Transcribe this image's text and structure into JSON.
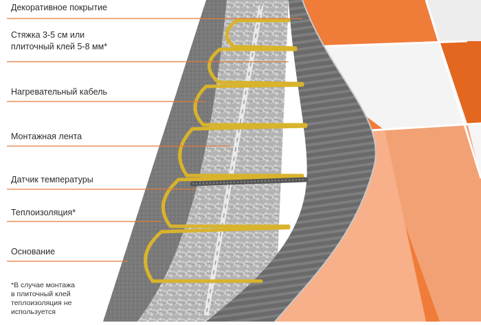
{
  "diagram": {
    "layers": [
      {
        "id": "covering",
        "label_lines": [
          "Декоративное покрытие"
        ]
      },
      {
        "id": "screed",
        "label_lines": [
          "Стяжка 3-5 см или",
          "плиточный клей 5-8 мм*"
        ]
      },
      {
        "id": "cable",
        "label_lines": [
          "Нагревательный кабель"
        ]
      },
      {
        "id": "tape",
        "label_lines": [
          "Монтажная лента"
        ]
      },
      {
        "id": "sensor",
        "label_lines": [
          "Датчик температуры"
        ]
      },
      {
        "id": "insulation",
        "label_lines": [
          "Теплоизоляция*"
        ]
      },
      {
        "id": "base",
        "label_lines": [
          "Основание"
        ]
      }
    ],
    "footnote_lines": [
      "*В случае монтажа",
      "в плиточный клей",
      "теплоизоляция не",
      "используется"
    ],
    "colors": {
      "leader": "#e07b39",
      "tile_orange": "#f07c3a",
      "tile_peach": "#f2a174",
      "tile_white": "#f4f4f4",
      "cable": "#d8b32c",
      "screed": "#6f6f6f",
      "insulation": "#b6b6b6",
      "base": "#7c7c7c"
    }
  }
}
